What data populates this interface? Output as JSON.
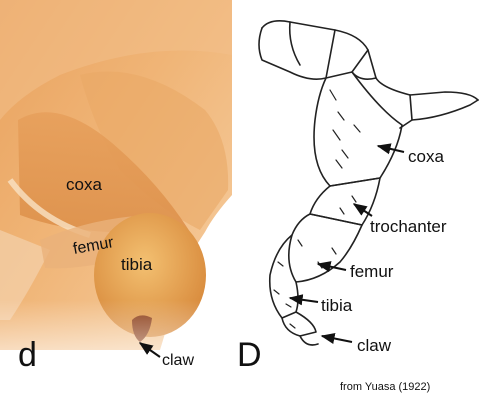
{
  "left_panel": {
    "panel_letter": "d",
    "labels": {
      "coxa": "coxa",
      "femur": "femur",
      "tibia": "tibia",
      "claw": "claw"
    }
  },
  "right_panel": {
    "panel_letter": "D",
    "labels": {
      "coxa": "coxa",
      "trochanter": "trochanter",
      "femur": "femur",
      "tibia": "tibia",
      "claw": "claw"
    },
    "credit": "from Yuasa (1922)"
  }
}
